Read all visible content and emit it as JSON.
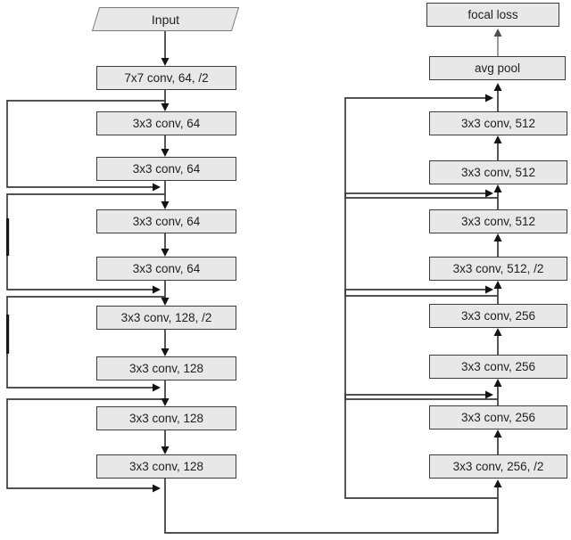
{
  "diagram": {
    "input": {
      "label": "Input"
    },
    "left_column": {
      "boxes": [
        {
          "label": "7x7 conv, 64, /2"
        },
        {
          "label": "3x3 conv, 64"
        },
        {
          "label": "3x3 conv, 64"
        },
        {
          "label": "3x3 conv, 64"
        },
        {
          "label": "3x3 conv, 64"
        },
        {
          "label": "3x3 conv, 128, /2"
        },
        {
          "label": "3x3 conv, 128"
        },
        {
          "label": "3x3 conv, 128"
        },
        {
          "label": "3x3 conv, 128"
        }
      ]
    },
    "right_column": {
      "boxes": [
        {
          "label": "focal loss"
        },
        {
          "label": "avg pool"
        },
        {
          "label": "3x3 conv, 512"
        },
        {
          "label": "3x3 conv, 512"
        },
        {
          "label": "3x3 conv, 512"
        },
        {
          "label": "3x3 conv, 512, /2"
        },
        {
          "label": "3x3 conv, 256"
        },
        {
          "label": "3x3 conv, 256"
        },
        {
          "label": "3x3 conv, 256"
        },
        {
          "label": "3x3 conv, 256, /2"
        }
      ]
    },
    "colors": {
      "background": "#ffffff",
      "box_fill": "#e9e8e8",
      "box_border": "#3c3c3c",
      "line": "#3a3a3a",
      "arrowhead": "#141414"
    }
  }
}
